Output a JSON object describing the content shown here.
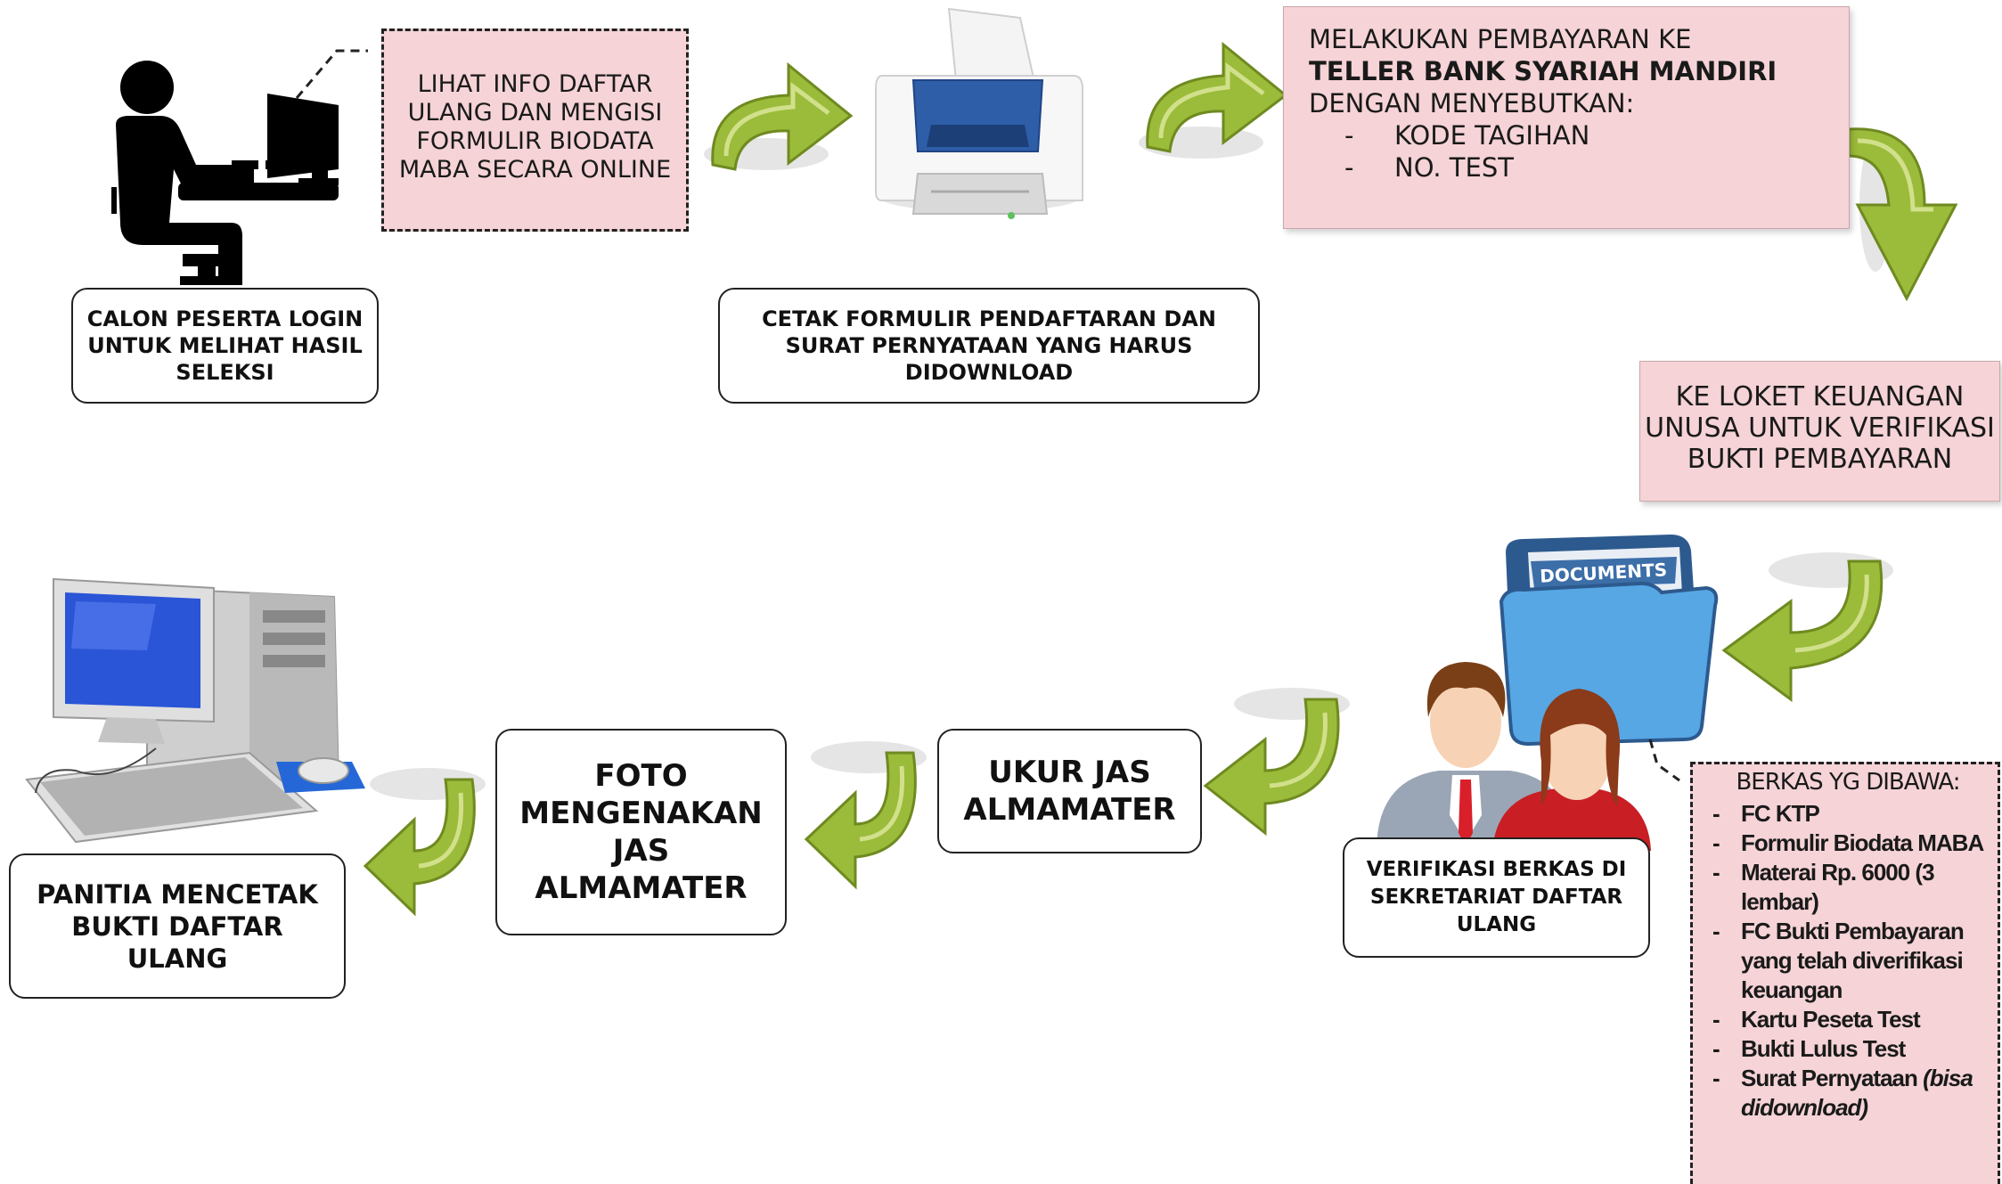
{
  "colors": {
    "note_fill": "#f5d3d6",
    "arrow_green": "#9bbb3a",
    "arrow_green_light": "#dfeaa0",
    "printer_blue": "#2e5ea8",
    "screen_blue": "#2a55d6"
  },
  "steps": {
    "login": {
      "lines": [
        "CALON PESERTA LOGIN",
        "UNTUK MELIHAT HASIL",
        "SELEKSI"
      ]
    },
    "info": {
      "lines": [
        "LIHAT INFO DAFTAR",
        "ULANG DAN MENGISI",
        "FORMULIR BIODATA",
        "MABA SECARA ONLINE"
      ]
    },
    "print": {
      "lines": [
        "CETAK FORMULIR PENDAFTARAN DAN",
        "SURAT PERNYATAAN YANG HARUS",
        "DIDOWNLOAD"
      ]
    },
    "payment": {
      "line1": "MELAKUKAN PEMBAYARAN KE",
      "line2": "TELLER BANK SYARIAH MANDIRI",
      "line3": "DENGAN MENYEBUTKAN:",
      "items": [
        "KODE TAGIHAN",
        "NO. TEST"
      ]
    },
    "loket": {
      "lines": [
        "KE LOKET KEUANGAN",
        "UNUSA UNTUK VERIFIKASI",
        "BUKTI PEMBAYARAN"
      ]
    },
    "verifikasi": {
      "lines": [
        "VERIFIKASI BERKAS DI",
        "SEKRETARIAT DAFTAR",
        "ULANG"
      ]
    },
    "berkas": {
      "title": "BERKAS YG DIBAWA:",
      "items": [
        "FC KTP",
        "Formulir Biodata MABA",
        "Materai Rp. 6000 (3 lembar)",
        "FC Bukti Pembayaran yang telah diverifikasi keuangan",
        "Kartu Peseta Test",
        "Bukti Lulus Test"
      ],
      "last_item": "Surat Pernyataan ",
      "last_item_note": "(bisa didownload)"
    },
    "ukur": {
      "lines": [
        "UKUR JAS",
        "ALMAMATER"
      ]
    },
    "foto": {
      "lines": [
        "FOTO",
        "MENGENAKAN",
        "JAS",
        "ALMAMATER"
      ]
    },
    "panitia": {
      "lines": [
        "PANITIA MENCETAK",
        "BUKTI DAFTAR",
        "ULANG"
      ]
    }
  },
  "folder_label": "DOCUMENTS",
  "dash_char": "-",
  "icons": [
    "person-at-computer-icon",
    "printer-icon",
    "documents-folder-icon",
    "people-icon",
    "desktop-computer-icon",
    "curved-arrow-icon"
  ]
}
